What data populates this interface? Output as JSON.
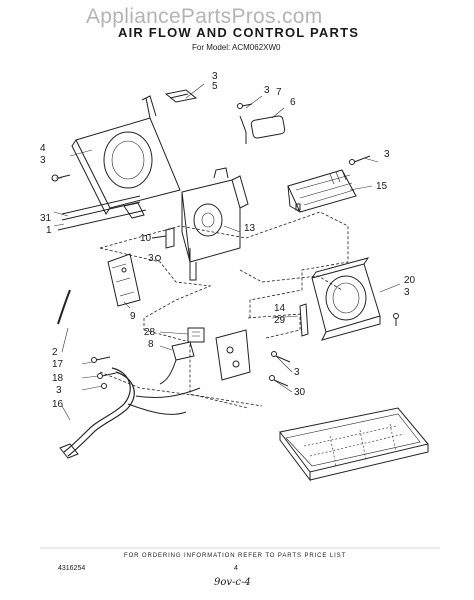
{
  "watermark": "AppliancePartsPros.com",
  "title": "AIR FLOW AND CONTROL PARTS",
  "subtitle": "For Model: ACM062XW0",
  "footer_note": "FOR ORDERING INFORMATION REFER TO PARTS PRICE LIST",
  "doc_number": "4316254",
  "page_number": "4",
  "handwritten_note": "9ov-c-4",
  "callouts": {
    "c3a": "3",
    "c5a": "5",
    "c3b": "3",
    "c7": "7",
    "c6": "6",
    "c4": "4",
    "c3c": "3",
    "c3d": "3",
    "c15": "15",
    "c31": "31",
    "c1": "1",
    "c13": "13",
    "c10": "10",
    "c3e": "3",
    "c20": "20",
    "c3f": "3",
    "c9": "9",
    "c14": "14",
    "c29": "29",
    "c28": "28",
    "c8": "8",
    "c2": "2",
    "c17": "17",
    "c18": "18",
    "c3g": "3",
    "c3h": "3",
    "c30": "30",
    "c16": "16"
  }
}
